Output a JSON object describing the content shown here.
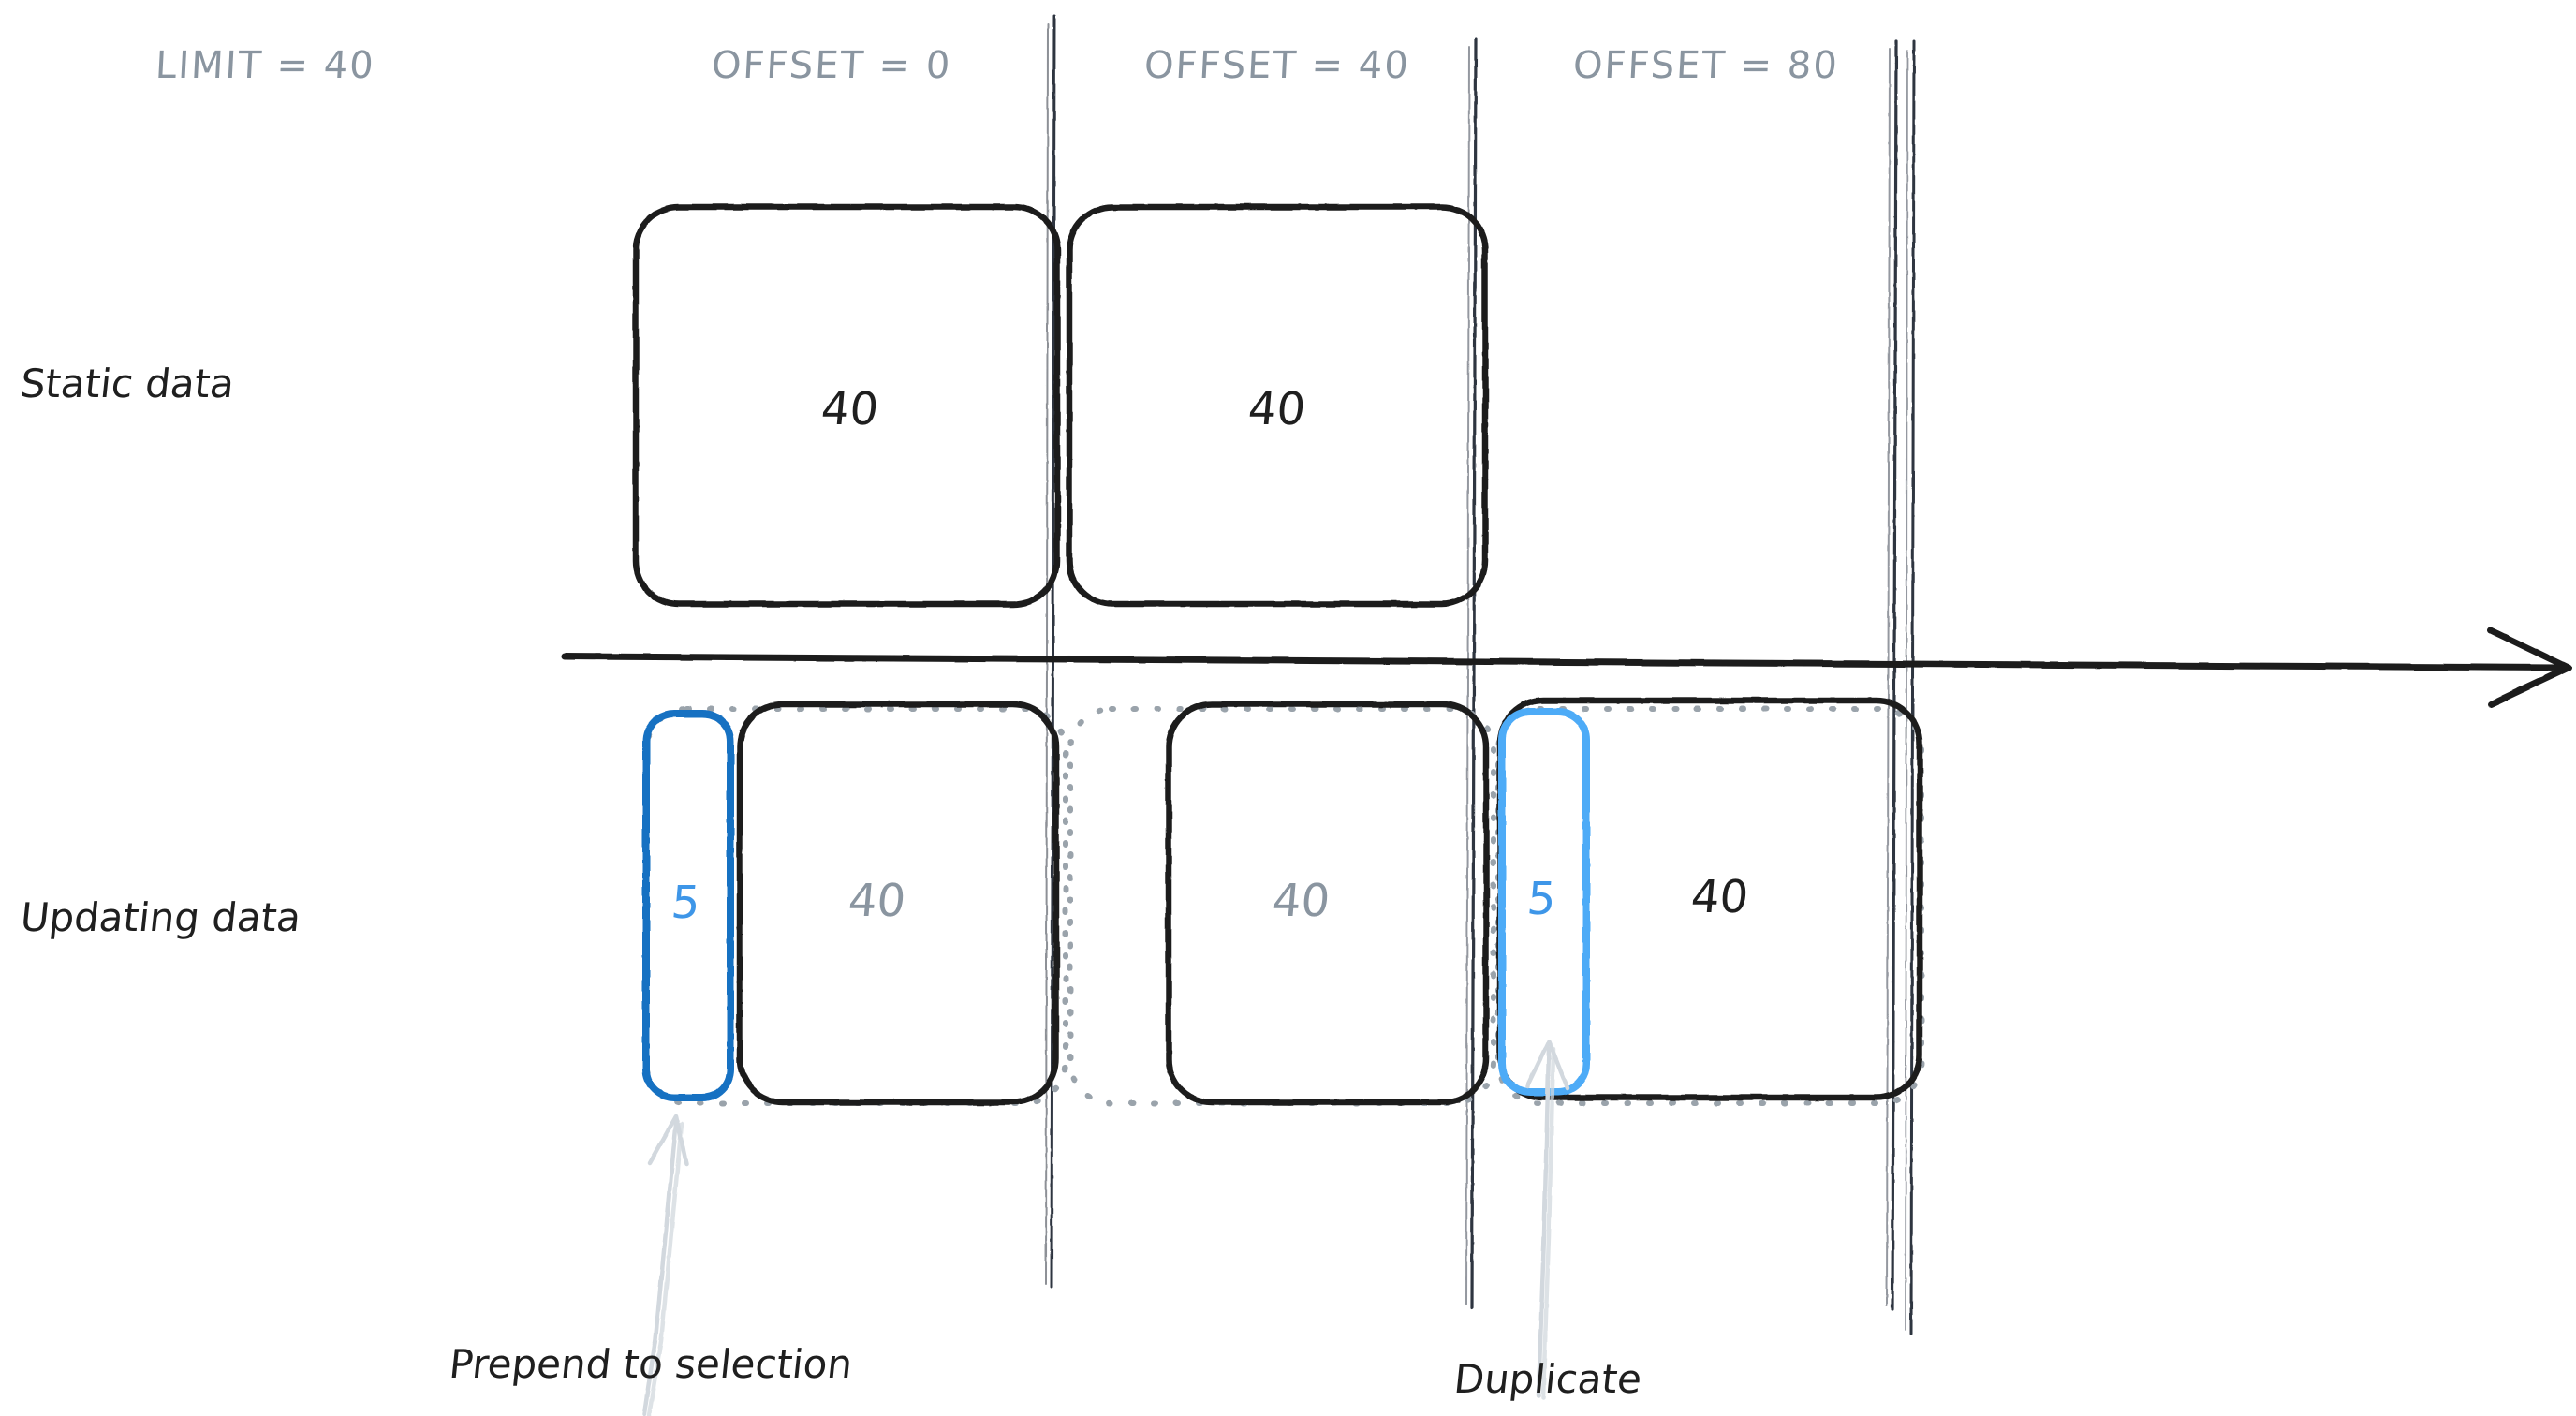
{
  "diagram": {
    "title_region": {
      "limit_label": "LIMIT = 40",
      "columns": [
        {
          "label": "OFFSET = 0"
        },
        {
          "label": "OFFSET = 40"
        },
        {
          "label": "OFFSET = 80"
        }
      ]
    },
    "row_labels": {
      "static": "Static data",
      "updating": "Updating data"
    },
    "static_row": {
      "pages": [
        {
          "value": "40"
        },
        {
          "value": "40"
        }
      ]
    },
    "updating_row": {
      "prepend_chunk": {
        "value": "5"
      },
      "pages": [
        {
          "value": "40"
        },
        {
          "value": "40"
        },
        {
          "value": "40"
        }
      ],
      "duplicate_chunk": {
        "value": "5"
      }
    },
    "annotations": [
      {
        "label": "Prepend to selection"
      },
      {
        "label": "Duplicate"
      }
    ],
    "colors": {
      "ink": "#1f1f1f",
      "muted": "#8a95a0",
      "accent": "#1971c2",
      "accent_light": "#4dabf7",
      "ghost": "#ced4da"
    }
  }
}
